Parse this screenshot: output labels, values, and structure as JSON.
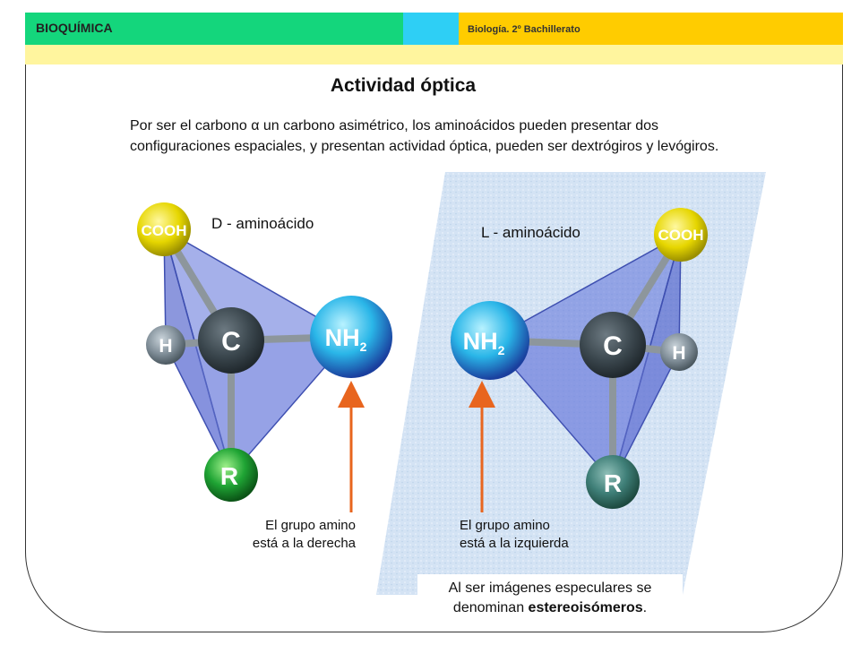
{
  "header": {
    "section": "BIOQUÍMICA",
    "course": "Biología. 2º Bachillerato",
    "colors": {
      "green": "#14d67c",
      "cyan": "#2ecff5",
      "yellow": "#ffcc00",
      "band": "#fff59e"
    }
  },
  "title": "Actividad óptica",
  "intro": {
    "before": "Por ser el carbono ",
    "symbol": "α",
    "after": " un carbono asimétrico, los aminoácidos pueden presentar dos configuraciones espaciales, y presentan actividad óptica, pueden ser dextrógiros y levógiros."
  },
  "molecules": {
    "d": {
      "label": "D - aminoácido",
      "groups": {
        "cooh": "COOH",
        "center": "C",
        "h": "H",
        "amino": "NH",
        "amino_sub": "2",
        "r": "R"
      },
      "caption_1": "El grupo amino",
      "caption_2": "está a la derecha"
    },
    "l": {
      "label": "L - aminoácido",
      "groups": {
        "cooh": "COOH",
        "center": "C",
        "h": "H",
        "amino": "NH",
        "amino_sub": "2",
        "r": "R"
      },
      "caption_1": "El grupo amino",
      "caption_2": "está a la izquierda"
    }
  },
  "note": {
    "before": "Al ser imágenes especulares se denominan ",
    "bold": "estereoisómeros",
    "after": "."
  },
  "colors": {
    "arrow": "#e8651e",
    "tetra": "#5b6fd8",
    "mirror": "#cfe0f5"
  }
}
